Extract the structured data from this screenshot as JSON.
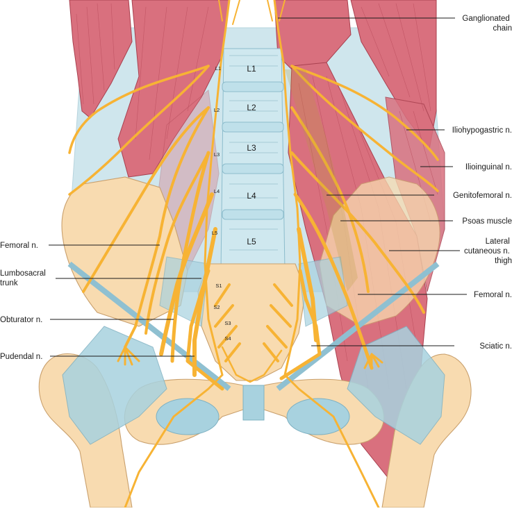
{
  "labels": {
    "ganglionated_chain": [
      "Ganglionated",
      "chain"
    ],
    "iliohypogastric": "Iliohypogastric n.",
    "ilioinguinal": "Ilioinguinal n.",
    "genitofemoral": "Genitofemoral n.",
    "psoas": "Psoas muscle",
    "lateral_cutaneous": [
      "Lateral",
      "cutaneous n.",
      "thigh"
    ],
    "femoral_right": "Femoral n.",
    "sciatic": "Sciatic n.",
    "femoral_left": "Femoral n.",
    "lumbosacral": [
      "Lumbosacral",
      "trunk"
    ],
    "obturator": "Obturator n.",
    "pudendal": "Pudendal n."
  },
  "vertebrae": [
    "L1",
    "L2",
    "L3",
    "L4",
    "L5"
  ],
  "nerve_roots": [
    "L1",
    "L2",
    "L3",
    "L4",
    "L5"
  ],
  "sacral_roots": [
    "S1",
    "S2",
    "S3",
    "S4"
  ],
  "colors": {
    "muscle": "#d9707e",
    "ligament": "#a8d2df",
    "bone": "#f8dbb0",
    "nerve": "#f7b334"
  }
}
